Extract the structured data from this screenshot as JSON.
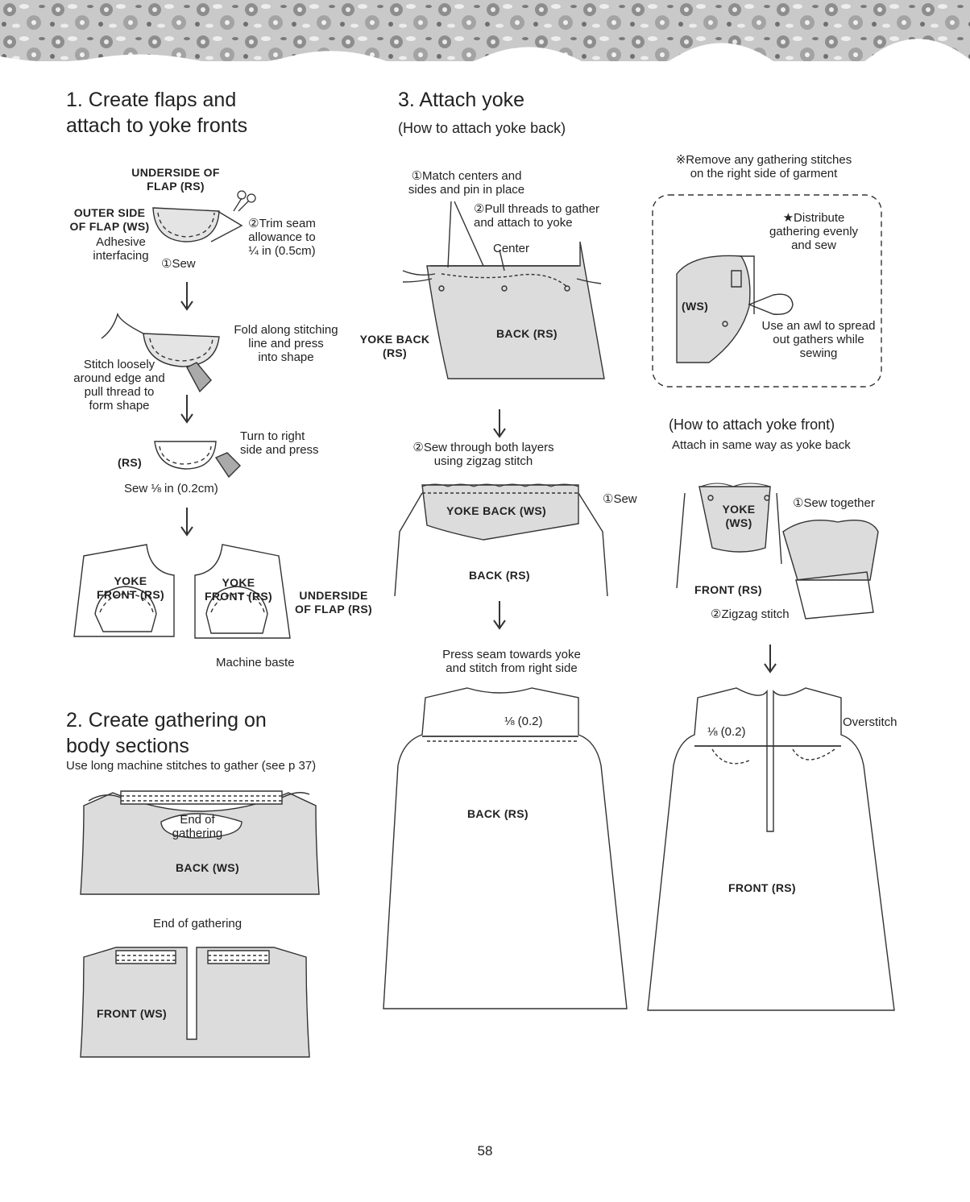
{
  "page_number": "58",
  "section1": {
    "heading": "1. Create flaps and\n    attach to yoke fronts",
    "underside_of_flap_rs": "UNDERSIDE OF\nFLAP (RS)",
    "outer_side_of_flap_ws": "OUTER SIDE\nOF FLAP (WS)",
    "adhesive_interfacing": "Adhesive\ninterfacing",
    "sew": "①Sew",
    "trim_seam": "②Trim seam\nallowance to\n¼ in (0.5cm)",
    "fold_along": "Fold along stitching\nline and press\ninto shape",
    "stitch_loosely": "Stitch loosely\naround edge and\npull thread to\nform shape",
    "turn_to_right": "Turn to right\nside and press",
    "rs": "(RS)",
    "sew_eighth": "Sew ⅛ in (0.2cm)",
    "yoke_front_rs_1": "YOKE\nFRONT (RS)",
    "yoke_front_rs_2": "YOKE\nFRONT (RS)",
    "underside_of_flap_rs_2": "UNDERSIDE\nOF FLAP (RS)",
    "machine_baste": "Machine baste"
  },
  "section2": {
    "heading": "2. Create gathering on\n    body sections",
    "instruction": "Use long machine stitches to gather (see p 37)",
    "end_of_gathering_1": "End of\ngathering",
    "back_ws": "BACK (WS)",
    "end_of_gathering_2": "End of gathering",
    "front_ws": "FRONT (WS)"
  },
  "section3": {
    "heading": "3. Attach yoke",
    "sub_back": "(How to attach yoke back)",
    "match_centers": "①Match centers and\nsides and pin in place",
    "pull_threads": "②Pull threads to gather\nand attach to yoke",
    "center": "Center",
    "yoke_back_rs": "YOKE BACK\n(RS)",
    "back_rs_1": "BACK (RS)",
    "remove_note": "※Remove any gathering stitches\non the right side of garment",
    "distribute": "★Distribute\ngathering evenly\nand sew",
    "ws": "(WS)",
    "use_awl": "Use an awl to spread\nout gathers while\nsewing",
    "sew_through": "②Sew through both layers\nusing zigzag stitch",
    "sew": "①Sew",
    "yoke_back_ws": "YOKE BACK (WS)",
    "back_rs_2": "BACK (RS)",
    "press_seam": "Press seam towards yoke\nand stitch from right side",
    "eighth_1": "⅛ (0.2)",
    "back_rs_3": "BACK (RS)",
    "sub_front": "(How to attach yoke front)",
    "attach_same": "Attach in same way as yoke back",
    "sew_together": "①Sew together",
    "yoke_ws": "YOKE\n(WS)",
    "front_rs_1": "FRONT (RS)",
    "zigzag": "②Zigzag stitch",
    "eighth_2": "⅛ (0.2)",
    "overstitch": "Overstitch",
    "front_rs_2": "FRONT (RS)"
  },
  "colors": {
    "fill_gray": "#dcdcdc",
    "line": "#333333",
    "banner": "#9a9a9a"
  }
}
